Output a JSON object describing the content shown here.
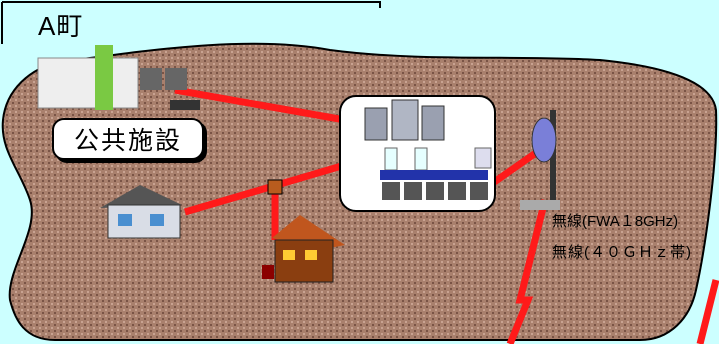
{
  "town_title": "A町",
  "facility_label": "公共施設",
  "wireless_label_1": "無線(FWA１8GHz)",
  "wireless_label_2": "無線(４０ＧＨｚ帯)",
  "colors": {
    "sky": "#ccffff",
    "land": "#a07a6a",
    "link": "#ff1a1a"
  },
  "icons": [
    "office-building-icon",
    "server-rack-icon",
    "house-icon",
    "cabin-icon",
    "wireless-antenna-icon",
    "splitter-icon"
  ]
}
